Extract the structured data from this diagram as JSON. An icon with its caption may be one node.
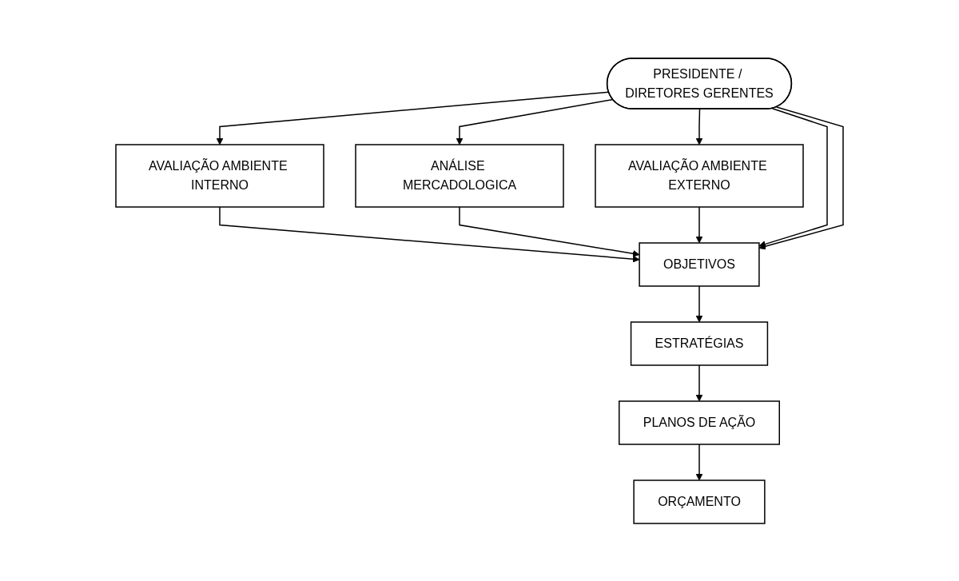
{
  "diagram": {
    "nodes": [
      {
        "text": [
          "PRESIDENTE / DIRETORES GERENTES"
        ]
      },
      {
        "text": [
          "AVALIAÇÃO AMBIENTE INTERNO"
        ]
      },
      {
        "text": [
          "ANÁLISE MERCADOLOGICA"
        ]
      },
      {
        "text": [
          "AVALIAÇÃO AMBIENTE EXTERNO"
        ]
      },
      {
        "text": [
          "OBJETIVOS"
        ]
      },
      {
        "text": [
          "ESTRATÉGIAS"
        ]
      },
      {
        "text": [
          "PLANOS DE AÇÃO"
        ]
      },
      {
        "text": [
          "ORÇAMENTO"
        ]
      }
    ],
    "edges": [
      {
        "from": 0,
        "to": 1,
        "arrow": "to"
      },
      {
        "from": 0,
        "to": 2,
        "arrow": "to"
      },
      {
        "from": 0,
        "to": 3,
        "arrow": "to"
      },
      {
        "from": 1,
        "to": 4,
        "arrow": "to"
      },
      {
        "from": 2,
        "to": 4,
        "arrow": "to"
      },
      {
        "from": 3,
        "to": 4,
        "arrow": "to"
      },
      {
        "from": 0,
        "to": 4,
        "arrow": "to"
      },
      {
        "from": 0,
        "to": 4,
        "arrow": "to"
      },
      {
        "from": 4,
        "to": 5,
        "arrow": "to"
      },
      {
        "from": 5,
        "to": 6,
        "arrow": "to"
      },
      {
        "from": 6,
        "to": 7,
        "arrow": "to"
      }
    ]
  }
}
